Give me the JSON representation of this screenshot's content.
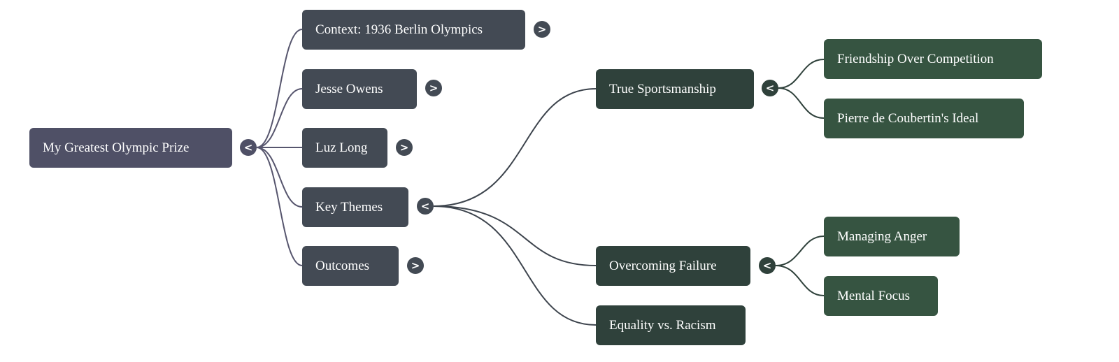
{
  "root": {
    "label": "My Greatest Olympic Prize",
    "toggle": "<"
  },
  "level1": [
    {
      "label": "Context: 1936 Berlin Olympics",
      "toggle": ">"
    },
    {
      "label": "Jesse Owens",
      "toggle": ">"
    },
    {
      "label": "Luz Long",
      "toggle": ">"
    },
    {
      "label": "Key Themes",
      "toggle": "<"
    },
    {
      "label": "Outcomes",
      "toggle": ">"
    }
  ],
  "key_themes": [
    {
      "label": "True Sportsmanship",
      "toggle": "<"
    },
    {
      "label": "Overcoming Failure",
      "toggle": "<"
    },
    {
      "label": "Equality vs. Racism"
    }
  ],
  "sportsmanship_children": [
    {
      "label": "Friendship Over Competition"
    },
    {
      "label": "Pierre de Coubertin's Ideal"
    }
  ],
  "failure_children": [
    {
      "label": "Managing Anger"
    },
    {
      "label": "Mental Focus"
    }
  ],
  "colors": {
    "root": "#4f5066",
    "level1": "#434a54",
    "level2": "#2f413b",
    "level3": "#365441"
  }
}
